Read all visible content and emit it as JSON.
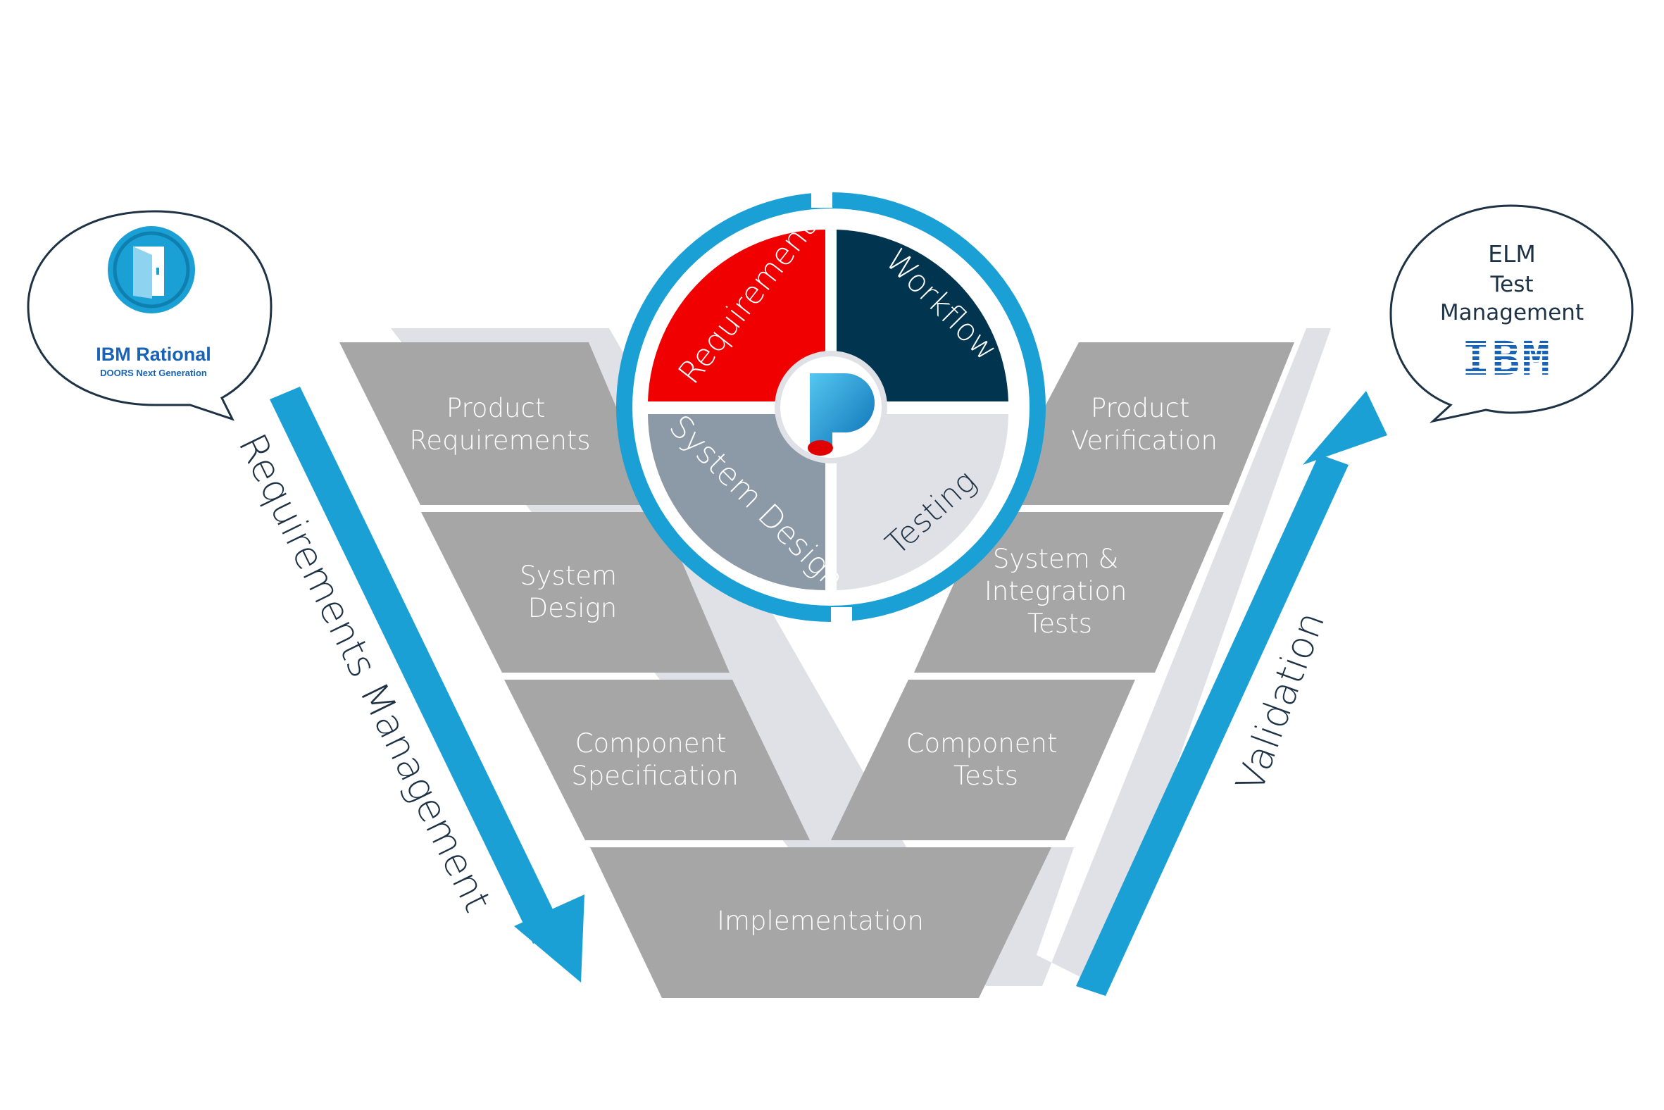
{
  "colors": {
    "accent_blue": "#1aa0d4",
    "box_gray": "#a6a6a6",
    "shadow_gray": "#dfe1e6",
    "requirement_red": "#f00000",
    "workflow_navy": "#00344f",
    "system_design_slate": "#8c99a6",
    "testing_light": "#dfe1e6",
    "text_dark": "#1e3245",
    "ibm_blue": "#1863b6"
  },
  "left_badge": {
    "title": "IBM Rational",
    "subtitle": "DOORS Next Generation",
    "icon": "door-icon"
  },
  "right_badge": {
    "line1": "ELM",
    "line2": "Test",
    "line3": "Management",
    "logo_text": "IBM"
  },
  "wheel": {
    "segments": [
      {
        "label": "Requirement"
      },
      {
        "label": "Workflow"
      },
      {
        "label": "System Design"
      },
      {
        "label": "Testing"
      }
    ],
    "center_icon": "p-logo-icon"
  },
  "left_arm": [
    {
      "line1": "Product",
      "line2": "Requirements"
    },
    {
      "line1": "System",
      "line2": "Design"
    },
    {
      "line1": "Component",
      "line2": "Specification"
    }
  ],
  "right_arm": [
    {
      "line1": "Product",
      "line2": "Verification"
    },
    {
      "line1": "System &",
      "line2": "Integration",
      "line3": "Tests"
    },
    {
      "line1": "Component",
      "line2": "Tests"
    }
  ],
  "bottom": {
    "label": "Implementation"
  },
  "arrows": {
    "left_label": "Requirements Management",
    "right_label": "Validation"
  }
}
